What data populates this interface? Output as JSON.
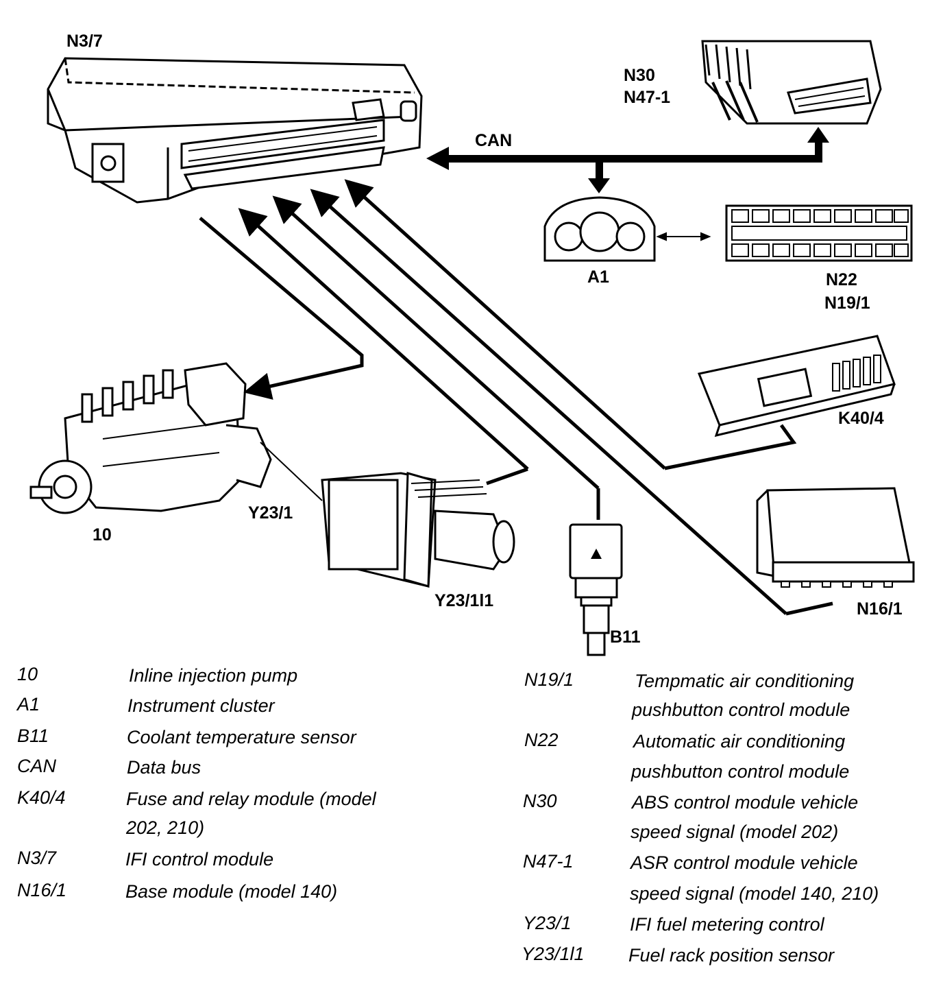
{
  "labels": {
    "n3_7": "N3/7",
    "n30": "N30",
    "n47_1": "N47-1",
    "can": "CAN",
    "a1": "A1",
    "n22": "N22",
    "n19_1": "N19/1",
    "k40_4": "K40/4",
    "pump": "10",
    "y23_1": "Y23/1",
    "y23_1l1": "Y23/1l1",
    "b11": "B11",
    "n16_1": "N16/1"
  },
  "legend_left": [
    {
      "code": "10",
      "desc": [
        "Inline injection pump"
      ]
    },
    {
      "code": "A1",
      "desc": [
        "Instrument cluster"
      ]
    },
    {
      "code": "B11",
      "desc": [
        "Coolant temperature sensor"
      ]
    },
    {
      "code": "CAN",
      "desc": [
        "Data bus"
      ]
    },
    {
      "code": "K40/4",
      "desc": [
        "Fuse and relay module (model",
        "202, 210)"
      ]
    },
    {
      "code": "N3/7",
      "desc": [
        "IFI control module"
      ]
    },
    {
      "code": "N16/1",
      "desc": [
        "Base module (model 140)"
      ]
    }
  ],
  "legend_right": [
    {
      "code": "N19/1",
      "desc": [
        "Tempmatic air conditioning",
        "pushbutton control module"
      ]
    },
    {
      "code": "N22",
      "desc": [
        "Automatic air conditioning",
        "pushbutton control module"
      ]
    },
    {
      "code": "N30",
      "desc": [
        "ABS control module vehicle",
        "speed signal (model 202)"
      ]
    },
    {
      "code": "N47-1",
      "desc": [
        "ASR control module vehicle",
        "speed signal (model 140, 210)"
      ]
    },
    {
      "code": "Y23/1",
      "desc": [
        "IFI fuel metering control"
      ]
    },
    {
      "code": "Y23/1l1",
      "desc": [
        "Fuel rack position sensor"
      ]
    }
  ]
}
